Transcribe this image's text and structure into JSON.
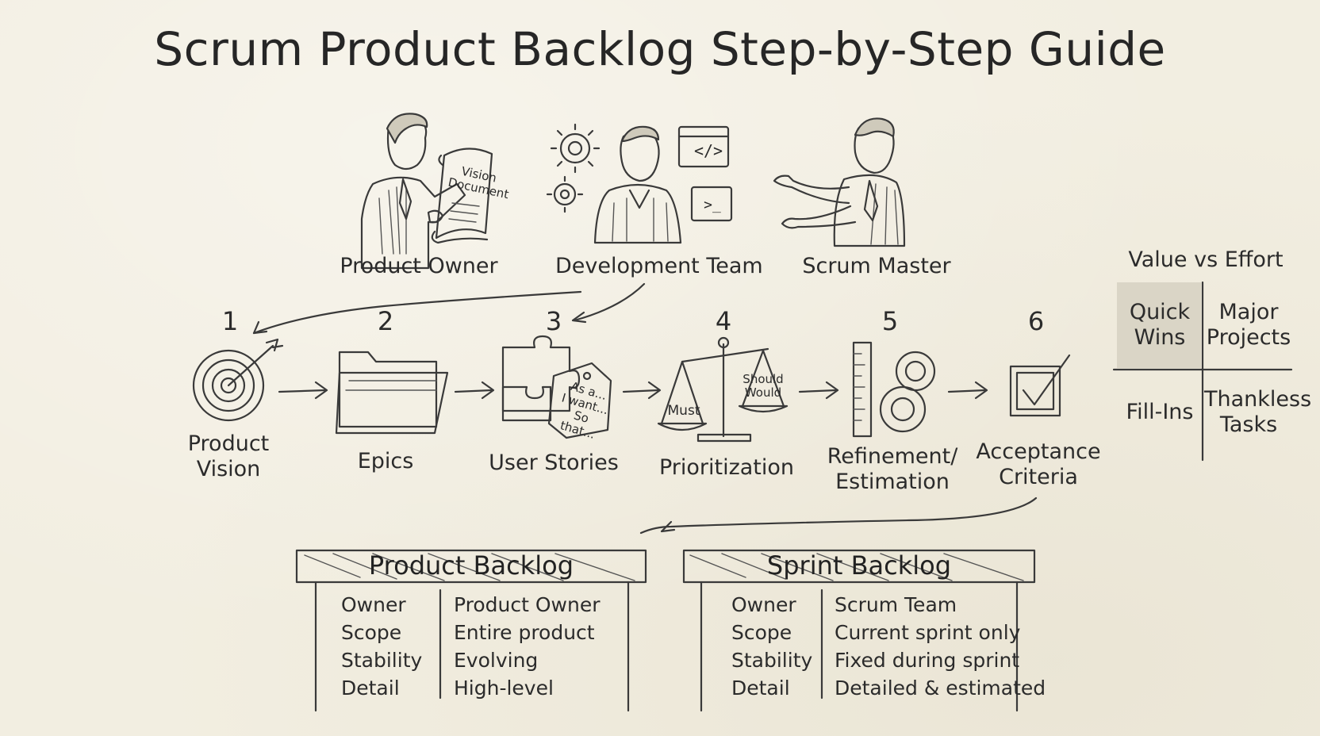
{
  "title": "Scrum Product Backlog Step-by-Step Guide",
  "roles": [
    {
      "label": "Product Owner",
      "icon": "person-with-scroll-icon",
      "scroll_text": "Vision Document"
    },
    {
      "label": "Development Team",
      "icon": "person-with-gears-icon",
      "code_tags": [
        "</>",
        ">_"
      ]
    },
    {
      "label": "Scrum Master",
      "icon": "person-gesturing-icon"
    }
  ],
  "steps": [
    {
      "number": "1",
      "label_line1": "Product",
      "label_line2": "Vision",
      "icon": "target-icon"
    },
    {
      "number": "2",
      "label_line1": "Epics",
      "label_line2": "",
      "icon": "folder-icon"
    },
    {
      "number": "3",
      "label_line1": "User Stories",
      "label_line2": "",
      "icon": "puzzle-tag-icon",
      "tag_lines": [
        "As a...",
        "I want...",
        "So that..."
      ]
    },
    {
      "number": "4",
      "label_line1": "Prioritization",
      "label_line2": "",
      "icon": "balance-scale-icon",
      "left_pan": "Must",
      "right_pan_line1": "Should",
      "right_pan_line2": "Would"
    },
    {
      "number": "5",
      "label_line1": "Refinement/",
      "label_line2": "Estimation",
      "icon": "ruler-chips-icon"
    },
    {
      "number": "6",
      "label_line1": "Acceptance",
      "label_line2": "Criteria",
      "icon": "checkbox-icon"
    }
  ],
  "matrix": {
    "title": "Value vs Effort",
    "cells": [
      {
        "line1": "Quick",
        "line2": "Wins"
      },
      {
        "line1": "Major",
        "line2": "Projects"
      },
      {
        "line1": "Fill-Ins",
        "line2": ""
      },
      {
        "line1": "Thankless",
        "line2": "Tasks"
      }
    ]
  },
  "product_backlog": {
    "header": "Product Backlog",
    "rows": [
      {
        "key": "Owner",
        "value": "Product Owner"
      },
      {
        "key": "Scope",
        "value": "Entire product"
      },
      {
        "key": "Stability",
        "value": "Evolving"
      },
      {
        "key": "Detail",
        "value": "High-level"
      }
    ]
  },
  "sprint_backlog": {
    "header": "Sprint Backlog",
    "rows": [
      {
        "key": "Owner",
        "value": "Scrum Team"
      },
      {
        "key": "Scope",
        "value": "Current sprint only"
      },
      {
        "key": "Stability",
        "value": "Fixed during sprint"
      },
      {
        "key": "Detail",
        "value": "Detailed & estimated"
      }
    ]
  },
  "colors": {
    "paper": "#f2eee1",
    "ink": "#2a2a2a",
    "shade": "#cfcabb"
  }
}
